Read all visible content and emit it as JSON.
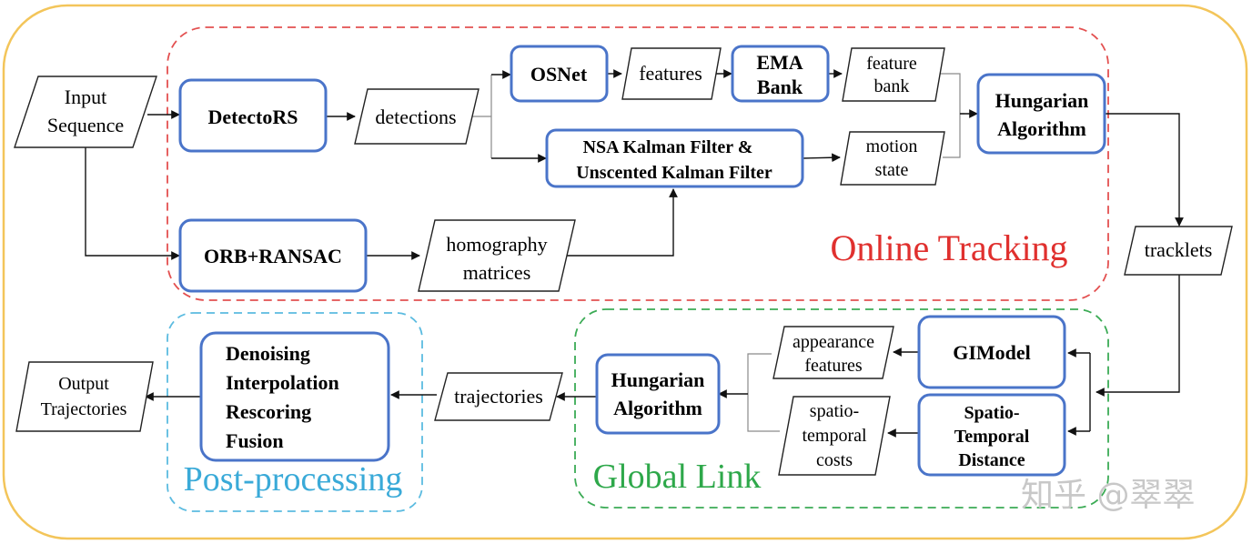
{
  "online_tracking": {
    "title": "Online Tracking",
    "title_color": "#e0302e",
    "border_color": "#e35050"
  },
  "global_link": {
    "title": "Global Link",
    "title_color": "#2ea84a",
    "border_color": "#3bab55"
  },
  "post_processing": {
    "title": "Post-processing",
    "title_color": "#3aaad8",
    "border_color": "#5bbbe0"
  },
  "outer_border_color": "#f3c55a",
  "process_border_color": "#4a74c9",
  "nodes": {
    "input_sequence": [
      "Input",
      "Sequence"
    ],
    "detectors": "DetectoRS",
    "detections": "detections",
    "osnet": "OSNet",
    "features": "features",
    "ema_bank": [
      "EMA",
      "Bank"
    ],
    "feature_bank": [
      "feature",
      "bank"
    ],
    "kalman": [
      "NSA Kalman Filter &",
      "Unscented Kalman Filter"
    ],
    "motion_state": [
      "motion",
      "state"
    ],
    "hungarian_online": [
      "Hungarian",
      "Algorithm"
    ],
    "orb_ransac": "ORB+RANSAC",
    "homography": [
      "homography",
      "matrices"
    ],
    "tracklets": "tracklets",
    "gimodel": "GIModel",
    "appearance_features": [
      "appearance",
      "features"
    ],
    "spatio_temporal_distance": [
      "Spatio-",
      "Temporal",
      "Distance"
    ],
    "spatio_temporal_costs": [
      "spatio-",
      "temporal",
      "costs"
    ],
    "hungarian_global": [
      "Hungarian",
      "Algorithm"
    ],
    "trajectories": "trajectories",
    "postproc_box": [
      "Denoising",
      "Interpolation",
      "Rescoring",
      "Fusion"
    ],
    "output_trajectories": [
      "Output",
      "Trajectories"
    ]
  },
  "watermark": "知乎 @翠翠"
}
